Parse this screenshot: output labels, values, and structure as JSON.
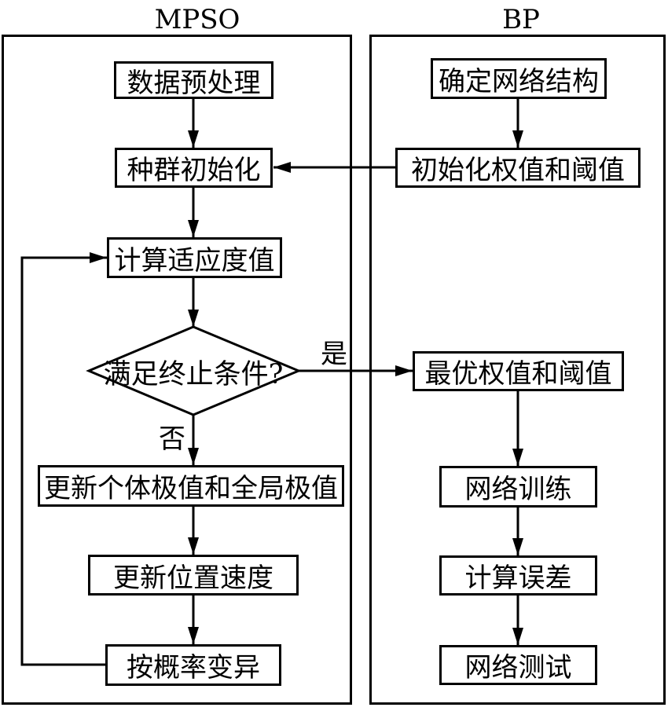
{
  "diagram": {
    "left_panel": {
      "title": "MPSO",
      "nodes": {
        "preprocess": "数据预处理",
        "init_population": "种群初始化",
        "fitness": "计算适应度值",
        "decision": "满足终止条件?",
        "update_extremes": "更新个体极值和全局极值",
        "update_position": "更新位置速度",
        "mutate": "按概率变异"
      }
    },
    "right_panel": {
      "title": "BP",
      "nodes": {
        "structure": "确定网络结构",
        "init_weights": "初始化权值和阈值",
        "optimal_weights": "最优权值和阈值",
        "train": "网络训练",
        "error": "计算误差",
        "test": "网络测试"
      }
    },
    "edge_labels": {
      "yes": "是",
      "no": "否"
    },
    "colors": {
      "line": "#000000",
      "background": "#ffffff"
    }
  }
}
